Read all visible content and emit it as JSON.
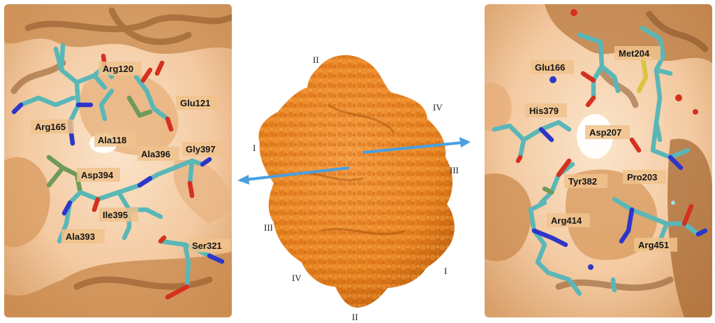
{
  "left_panel": {
    "labels": {
      "arg120": "Arg120",
      "glu121": "Glu121",
      "arg165": "Arg165",
      "ala118": "Ala118",
      "ala396": "Ala396",
      "gly397": "Gly397",
      "asp394": "Asp394",
      "ile395": "Ile395",
      "ala393": "Ala393",
      "ser321": "Ser321"
    }
  },
  "center_panel": {
    "domain_labels": {
      "top": "II",
      "right_top": "IV",
      "left": "I",
      "right": "III",
      "left_bottom": "III",
      "bottom_left": "IV",
      "bottom_right": "I",
      "bottom": "II"
    },
    "colors": {
      "protein_surface": "#e8821e",
      "arrow": "#4a9fe0"
    }
  },
  "right_panel": {
    "labels": {
      "glu166": "Glu166",
      "met204": "Met204",
      "his379": "His379",
      "asp207": "Asp207",
      "tyr382": "Tyr382",
      "pro203": "Pro203",
      "arg414": "Arg414",
      "arg451": "Arg451"
    }
  },
  "colors": {
    "carbon": "#5ab7b7",
    "oxygen": "#d6301f",
    "nitrogen": "#2e36c8",
    "sulfur": "#d9c441",
    "surface": "#f3c9a0",
    "label_box": "#f0c28c"
  }
}
